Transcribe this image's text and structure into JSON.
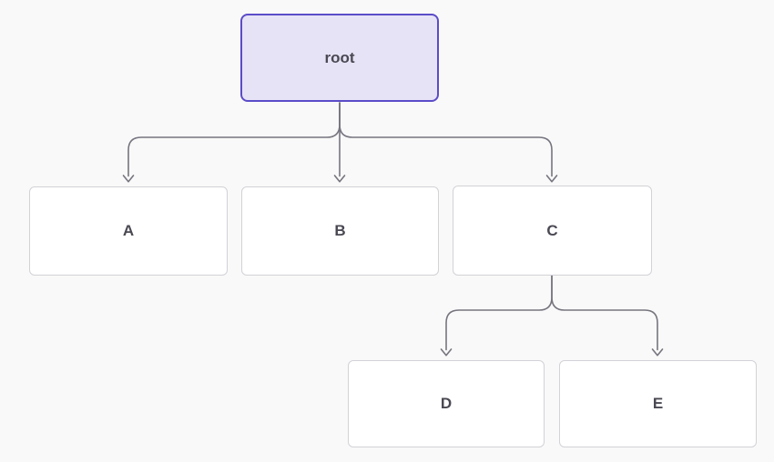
{
  "colors": {
    "page-bg": "#f9f9f9",
    "node-bg": "#ffffff",
    "node-border": "#d2d2d8",
    "root-bg": "#e7e3f6",
    "root-border": "#5b4cc8",
    "text": "#4a4852",
    "line": "#76757f"
  },
  "diagram": {
    "type": "tree",
    "nodes": [
      {
        "id": "root",
        "label": "root",
        "variant": "root"
      },
      {
        "id": "A",
        "label": "A",
        "variant": "default"
      },
      {
        "id": "B",
        "label": "B",
        "variant": "default"
      },
      {
        "id": "C",
        "label": "C",
        "variant": "default"
      },
      {
        "id": "D",
        "label": "D",
        "variant": "default"
      },
      {
        "id": "E",
        "label": "E",
        "variant": "default"
      }
    ],
    "edges": [
      {
        "from": "root",
        "to": "A"
      },
      {
        "from": "root",
        "to": "B"
      },
      {
        "from": "root",
        "to": "C"
      },
      {
        "from": "C",
        "to": "D"
      },
      {
        "from": "C",
        "to": "E"
      }
    ]
  }
}
